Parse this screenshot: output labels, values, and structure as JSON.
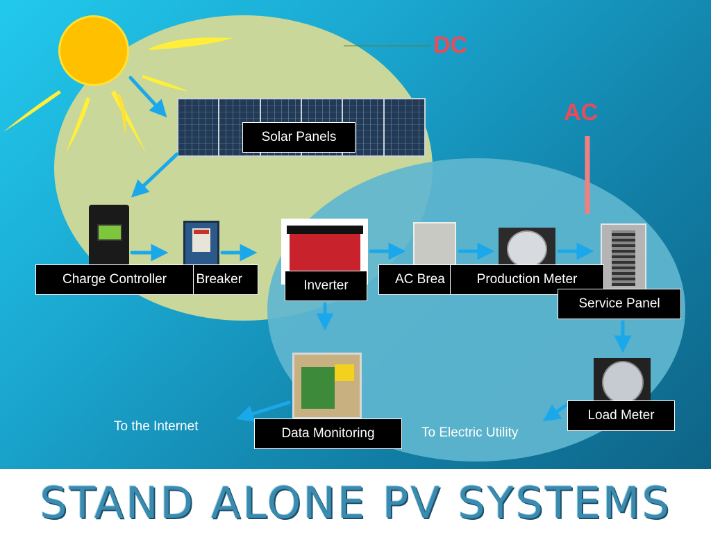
{
  "labels": {
    "dc": "DC",
    "ac": "AC",
    "solar_panels": "Solar Panels",
    "charge_controller": "Charge Controller",
    "dc_breaker": "Breaker",
    "inverter": "Inverter",
    "ac_breaker": "AC Brea",
    "production_meter": "Production Meter",
    "service_panel": "Service Panel",
    "load_meter": "Load Meter",
    "data_monitoring": "Data Monitoring",
    "to_internet": "To the Internet",
    "to_utility": "To Electric Utility"
  },
  "title": "STAND ALONE PV SYSTEMS",
  "colors": {
    "dc_ellipse": "#c9d79a",
    "ac_ellipse": "#5fb6cf",
    "arrow": "#1ba8ea",
    "ac_dc_text": "#e84c5a",
    "sun": "#ffc000",
    "title": "#3b8bb0"
  }
}
